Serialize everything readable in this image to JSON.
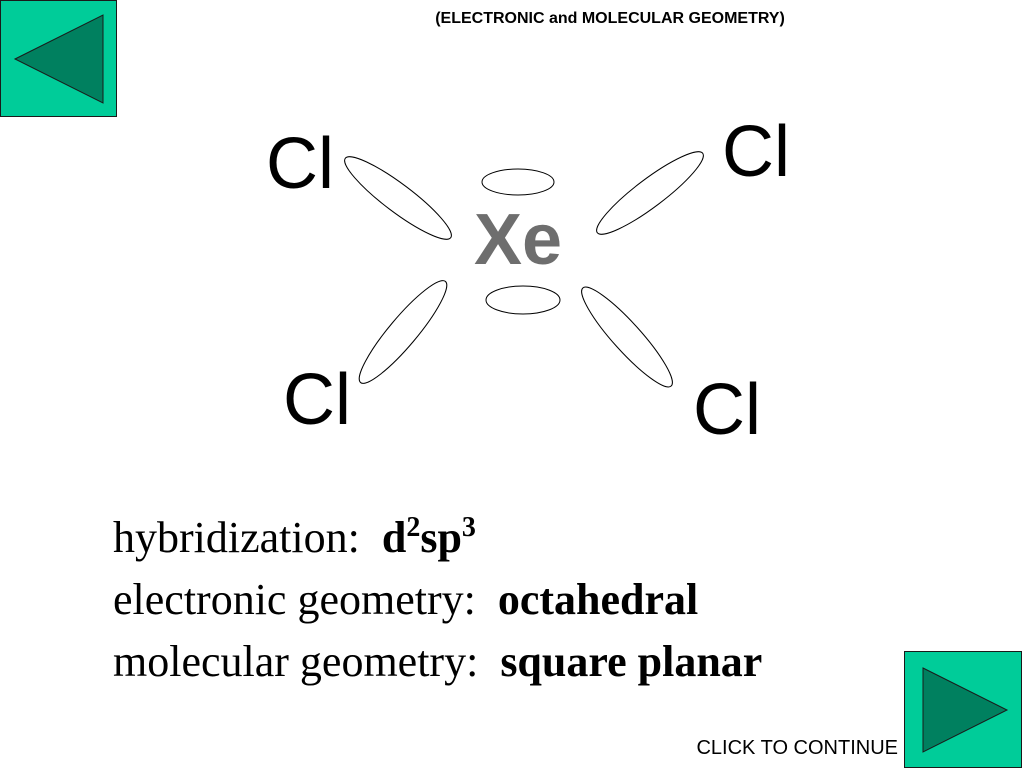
{
  "header": {
    "title": "(ELECTRONIC and MOLECULAR GEOMETRY)"
  },
  "colors": {
    "nav_button_fill": "#00cc99",
    "nav_arrow_fill": "#00805f",
    "central_atom_color": "#6e6e6e"
  },
  "navigation": {
    "back_icon": "left-triangle-arrow-icon",
    "next_icon": "right-triangle-arrow-icon",
    "continue_label": "CLICK TO CONTINUE"
  },
  "molecule": {
    "central_atom": "Xe",
    "ligands": [
      "Cl",
      "Cl",
      "Cl",
      "Cl"
    ],
    "lone_pairs": 2
  },
  "properties": {
    "hybridization_label": "hybridization:",
    "hybridization_value": {
      "d": "d",
      "d_sup": "2",
      "sp": "sp",
      "sp_sup": "3"
    },
    "electronic_geometry_label": "electronic geometry:",
    "electronic_geometry_value": "octahedral",
    "molecular_geometry_label": "molecular geometry:",
    "molecular_geometry_value": "square planar"
  }
}
